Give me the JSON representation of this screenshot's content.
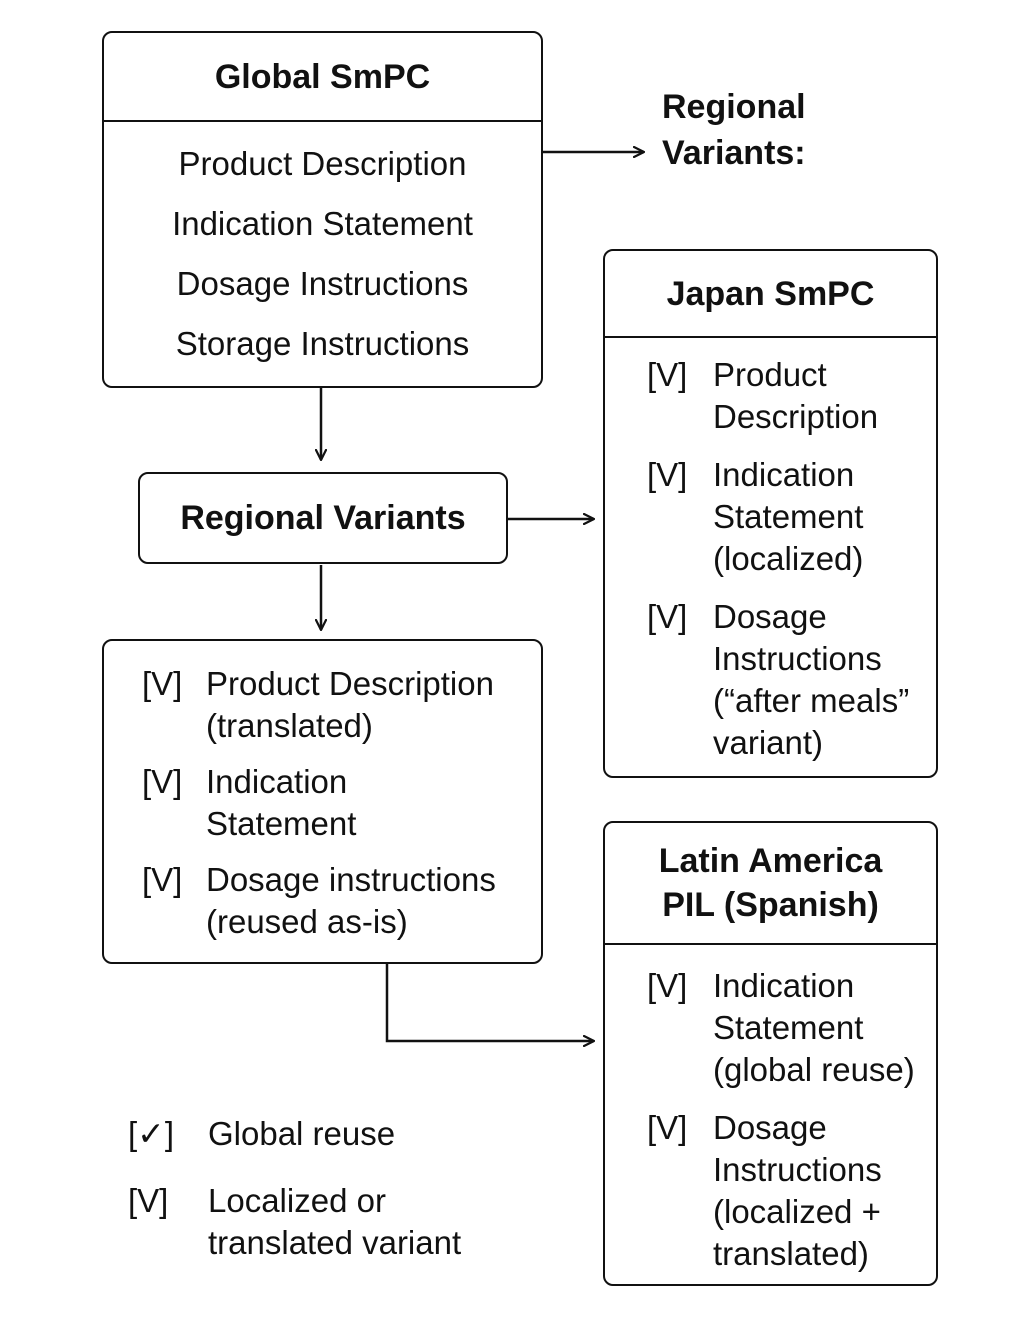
{
  "global_box": {
    "title": "Global SmPC",
    "items": [
      "Product Description",
      "Indication Statement",
      "Dosage Instructions",
      "Storage Instructions"
    ]
  },
  "regional_heading": "Regional\nVariants:",
  "regional_node": "Regional Variants",
  "regional_box": {
    "items": [
      {
        "mark": "[V]",
        "text": "Product Description\n(translated)"
      },
      {
        "mark": "[V]",
        "text": "Indication\nStatement"
      },
      {
        "mark": "[V]",
        "text": "Dosage instructions\n(reused as-is)"
      }
    ]
  },
  "japan_box": {
    "title": "Japan SmPC",
    "items": [
      {
        "mark": "[V]",
        "text": "Product\nDescription"
      },
      {
        "mark": "[V]",
        "text": "Indication\nStatement\n(localized)"
      },
      {
        "mark": "[V]",
        "text": "Dosage\nInstructions\n(“after meals”\nvariant)"
      }
    ]
  },
  "latam_box": {
    "title": "Latin America\nPIL (Spanish)",
    "items": [
      {
        "mark": "[V]",
        "text": "Indication\nStatement\n(global reuse)"
      },
      {
        "mark": "[V]",
        "text": "Dosage\nInstructions\n(localized +\ntranslated)"
      }
    ]
  },
  "legend": [
    {
      "mark": "[✓]",
      "text": "Global reuse"
    },
    {
      "mark": "[V]",
      "text": "Localized or\ntranslated variant"
    }
  ]
}
